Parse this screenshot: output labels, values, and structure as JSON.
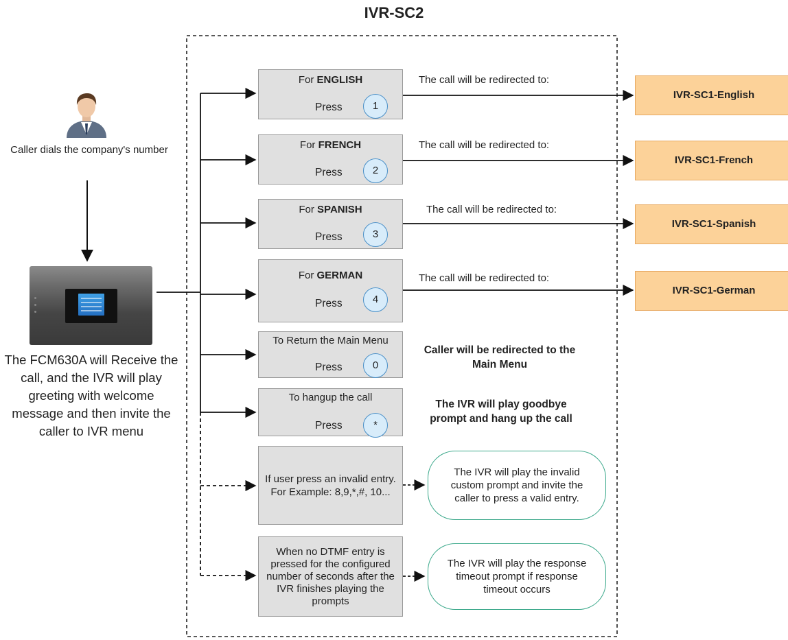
{
  "title": "IVR-SC2",
  "caller": {
    "label": "Caller dials the company's number",
    "icon": "person-icon"
  },
  "device": {
    "description": "The FCM630A will Receive the call, and the IVR will play greeting with welcome message and then invite the caller to IVR menu"
  },
  "options": [
    {
      "prefix": "For ",
      "language": "ENGLISH",
      "press": "Press",
      "key": "1"
    },
    {
      "prefix": "For ",
      "language": "FRENCH",
      "press": "Press",
      "key": "2"
    },
    {
      "prefix": "For ",
      "language": "SPANISH",
      "press": "Press",
      "key": "3"
    },
    {
      "prefix": "For ",
      "language": "GERMAN",
      "press": "Press",
      "key": "4"
    },
    {
      "heading": "To Return the Main Menu",
      "press": "Press",
      "key": "0"
    },
    {
      "heading": "To hangup the call",
      "press": "Press",
      "key": "*"
    }
  ],
  "redirect_text": "The call will be redirected to:",
  "destinations": [
    "IVR-SC1-English",
    "IVR-SC1-French",
    "IVR-SC1-Spanish",
    "IVR-SC1-German"
  ],
  "notes": {
    "main_menu": "Caller will be redirected to the Main Menu",
    "hangup": "The IVR will play goodbye prompt and hang up the call"
  },
  "invalid": {
    "box": "If user press an invalid entry. For Example: 8,9,*,#, 10...",
    "result": "The IVR will play the invalid custom prompt and invite the caller to press a valid entry."
  },
  "timeout": {
    "box": "When no DTMF entry is pressed for the configured number of seconds after the IVR finishes playing the prompts",
    "result": "The IVR will play the response timeout prompt if response timeout occurs"
  },
  "colors": {
    "destination_fill": "#fcd299",
    "destination_border": "#e7a860",
    "key_circle": "#4a90c8",
    "pill_border": "#3aa88a",
    "option_fill": "#e0e0e0"
  }
}
